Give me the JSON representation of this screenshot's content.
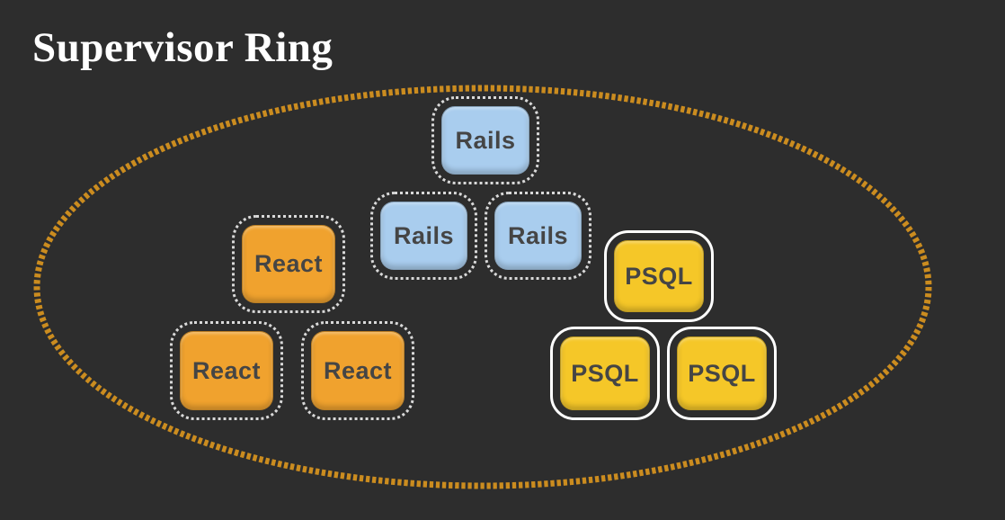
{
  "page": {
    "title": "Supervisor Ring",
    "title_color": "#ffffff",
    "background": "#2d2d2d"
  },
  "ring": {
    "label": "Supervisor Ring",
    "shape": "dashed-ellipse"
  },
  "colors": {
    "ring": "#cb8c1f",
    "rails": "#a9cdee",
    "react": "#f0a22e",
    "psql": "#f5c728",
    "label": "#454545",
    "stitch_border": "#d9d9d9",
    "solid_border": "#ffffff"
  },
  "nodes": [
    {
      "id": "rails-1",
      "label": "Rails",
      "group": "rails"
    },
    {
      "id": "rails-2",
      "label": "Rails",
      "group": "rails"
    },
    {
      "id": "rails-3",
      "label": "Rails",
      "group": "rails"
    },
    {
      "id": "react-1",
      "label": "React",
      "group": "react"
    },
    {
      "id": "react-2",
      "label": "React",
      "group": "react"
    },
    {
      "id": "react-3",
      "label": "React",
      "group": "react"
    },
    {
      "id": "psql-1",
      "label": "PSQL",
      "group": "psql"
    },
    {
      "id": "psql-2",
      "label": "PSQL",
      "group": "psql"
    },
    {
      "id": "psql-3",
      "label": "PSQL",
      "group": "psql"
    }
  ]
}
